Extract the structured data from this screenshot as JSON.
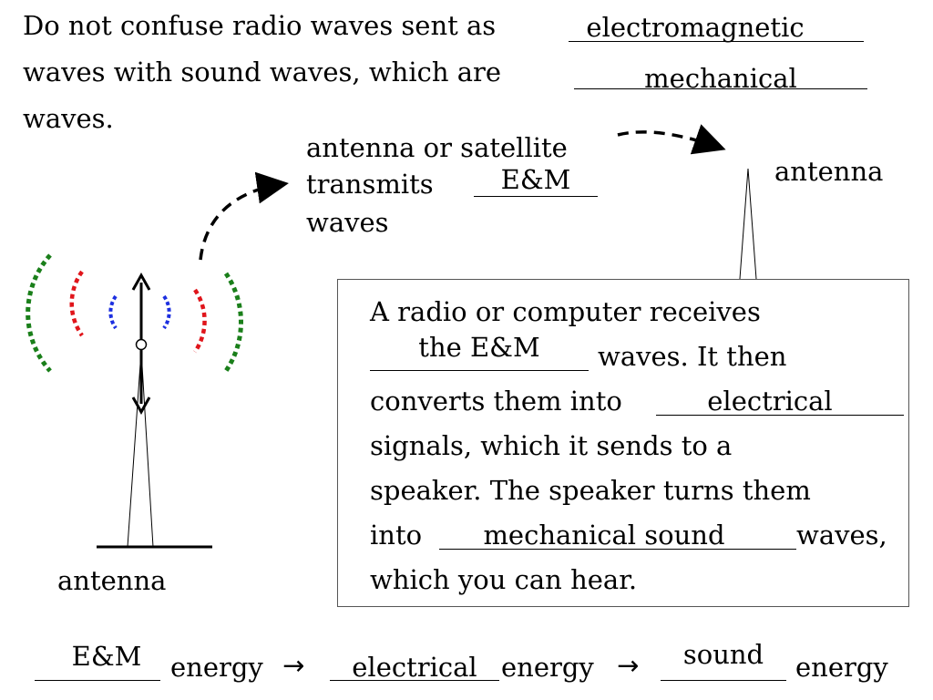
{
  "intro": {
    "line1": "Do not confuse radio waves sent as",
    "blank1": "electromagnetic",
    "line2": "waves with sound waves, which are",
    "blank2": "mechanical",
    "line3": "waves."
  },
  "transmit": {
    "line1": "antenna or satellite",
    "line2": "transmits",
    "blank": "E&M",
    "line3": "waves"
  },
  "receiver_antenna_label": "antenna",
  "tower_label": "antenna",
  "box": {
    "line1": "A radio or computer receives",
    "blank1": "the E&M",
    "line2_after": "waves. It then",
    "line3_before": "converts them into",
    "blank2": "electrical",
    "line4": "signals, which it sends to a",
    "line5": "speaker. The speaker turns them",
    "line6_before": "into",
    "blank3": "mechanical sound",
    "line6_after": "waves,",
    "line7": "which you can hear."
  },
  "chain": {
    "blank1": "E&M",
    "label1": "energy",
    "arrow1": "→",
    "blank2": "electrical",
    "label2": "energy",
    "arrow2": "→",
    "blank3": "sound",
    "label3": "energy"
  },
  "colors": {
    "green": "#1a7f1a",
    "red": "#e0151b",
    "blue": "#1c2fe0"
  }
}
